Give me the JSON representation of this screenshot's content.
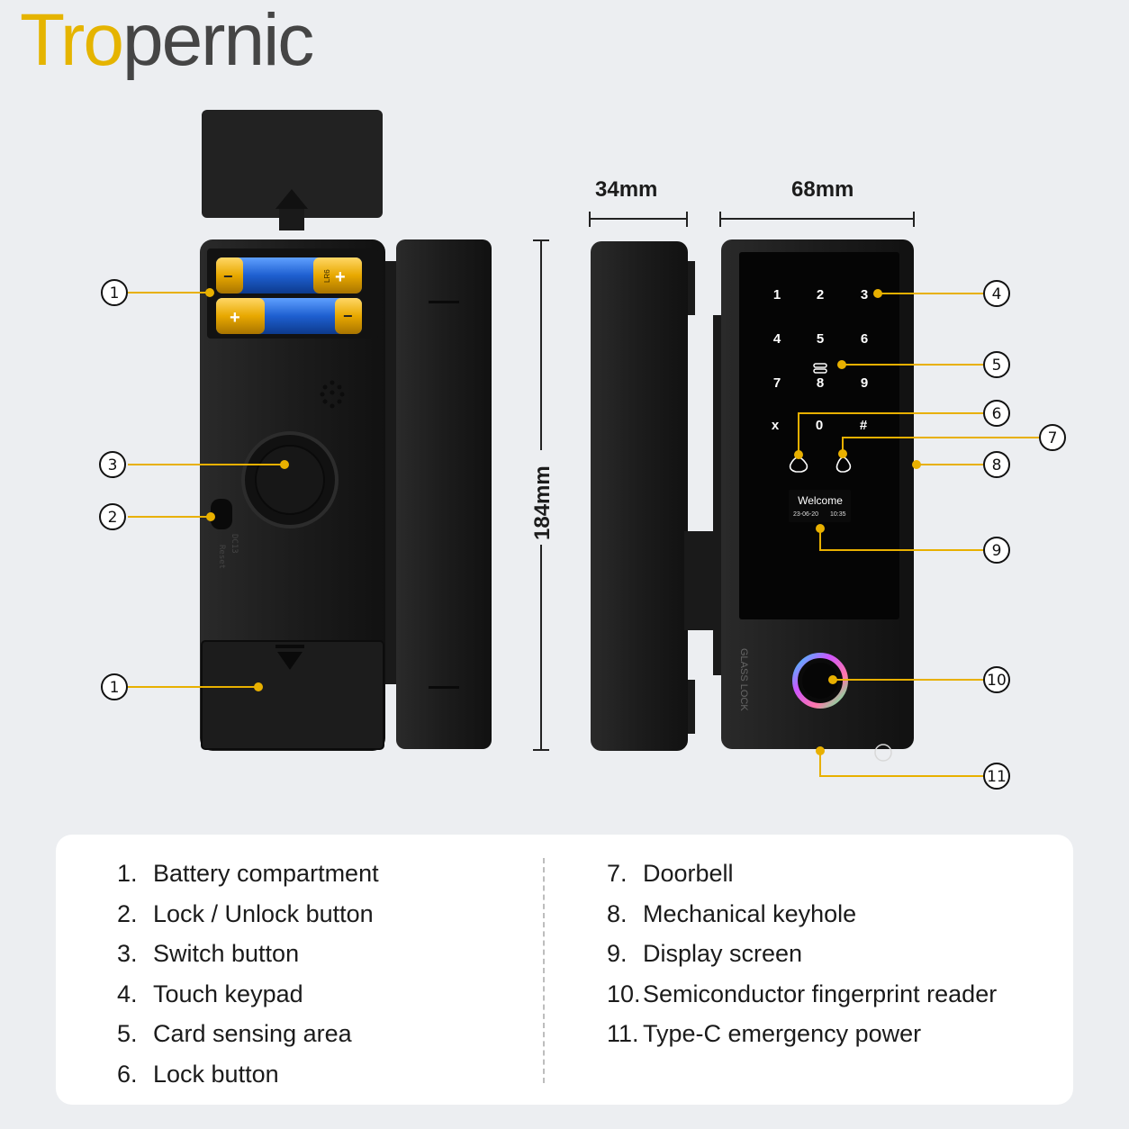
{
  "brand": {
    "part1": "Tro",
    "part2": "pernic"
  },
  "dimensions": {
    "thickness": "34mm",
    "width": "68mm",
    "height": "184mm"
  },
  "keypad": {
    "keys": [
      "1",
      "2",
      "3",
      "4",
      "5",
      "6",
      "7",
      "8",
      "9",
      "x",
      "0",
      "#"
    ]
  },
  "display": {
    "welcome": "Welcome",
    "date": "23-06-20",
    "time": "10:35"
  },
  "device_text": {
    "side_label": "GLASS LOCK",
    "button_label1": "Reset",
    "button_label2": "DC13"
  },
  "battery_label": "LR6",
  "callouts": [
    "1",
    "2",
    "3",
    "1",
    "4",
    "5",
    "6",
    "7",
    "8",
    "9",
    "10",
    "11"
  ],
  "legend": {
    "left": [
      {
        "num": "1.",
        "text": "Battery compartment"
      },
      {
        "num": "2.",
        "text": "Lock / Unlock button"
      },
      {
        "num": "3.",
        "text": "Switch button"
      },
      {
        "num": "4.",
        "text": "Touch keypad"
      },
      {
        "num": "5.",
        "text": "Card sensing area"
      },
      {
        "num": "6.",
        "text": "Lock button"
      }
    ],
    "right": [
      {
        "num": "7.",
        "text": "Doorbell"
      },
      {
        "num": "8.",
        "text": "Mechanical keyhole"
      },
      {
        "num": "9.",
        "text": "Display screen"
      },
      {
        "num": "10.",
        "text": "Semiconductor fingerprint reader"
      },
      {
        "num": "11.",
        "text": "Type-C emergency power"
      }
    ]
  },
  "colors": {
    "accent": "#e8b000",
    "device": "#1a1a1a",
    "battery_blue": "#1e5fd0"
  }
}
